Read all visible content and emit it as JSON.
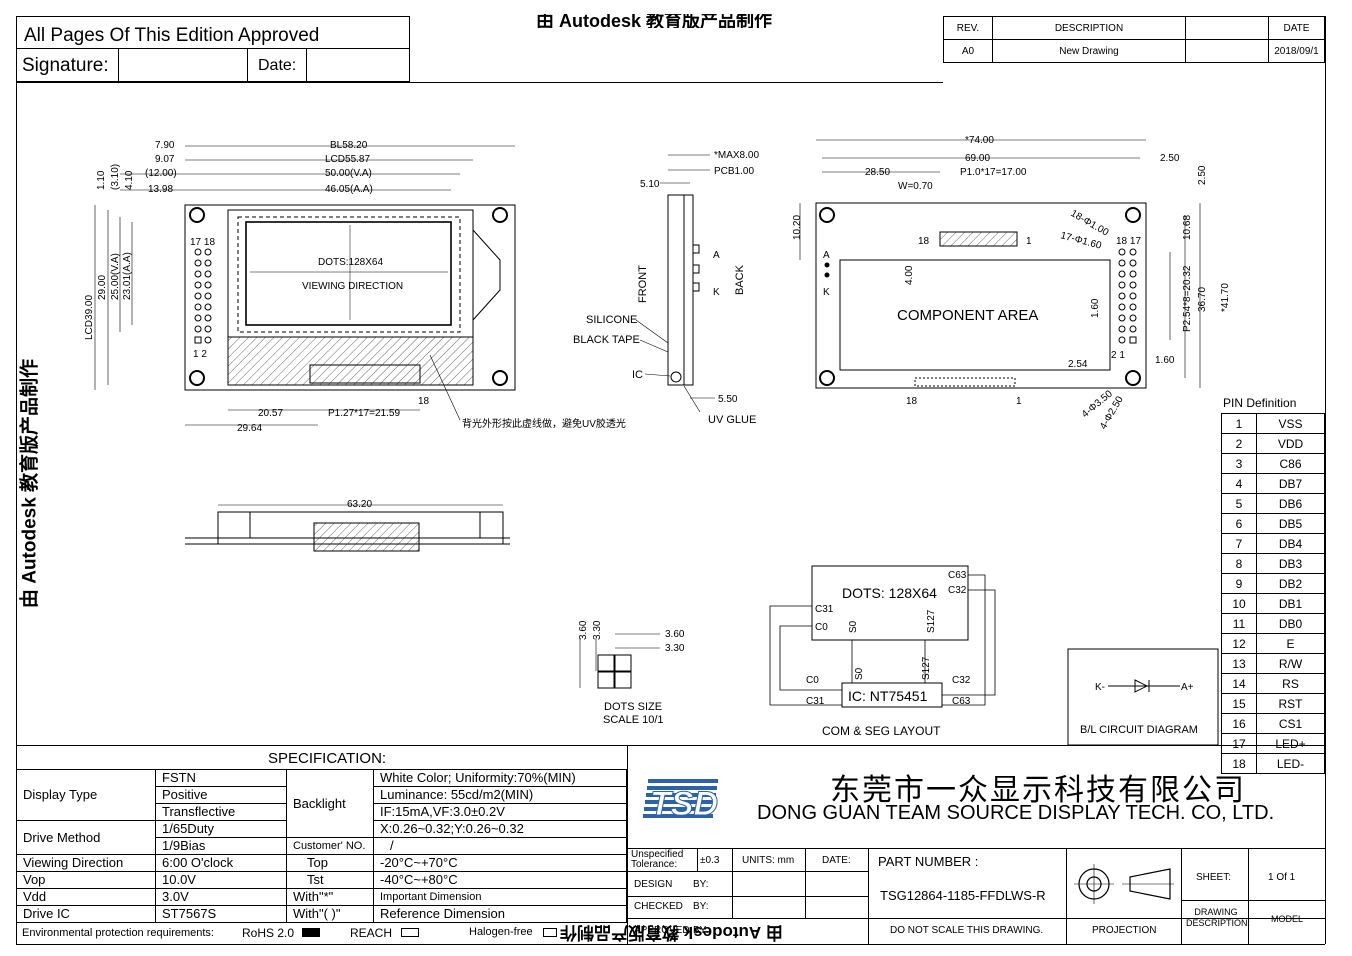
{
  "header": {
    "approved": "All Pages Of This Edition Approved",
    "signature": "Signature:",
    "date": "Date:",
    "watermark_top": "由 Autodesk 教育版产品制作",
    "watermark_left": "由 Autodesk 教育版产品制作",
    "watermark_bottom": "由 Autodesk 教育版产品制作"
  },
  "revision": {
    "headers": [
      "REV.",
      "DESCRIPTION",
      "",
      "DATE"
    ],
    "row": [
      "A0",
      "New Drawing",
      "",
      "2018/09/1"
    ]
  },
  "front_view": {
    "dims": [
      "7.90",
      "BL58.20",
      "9.07",
      "LCD55.87",
      "(12.00)",
      "50.00(V.A)",
      "13.98",
      "46.05(A.A)",
      "1.10",
      "(3.10)",
      "4.10",
      "LCD39.00",
      "29.00",
      "25.00(V.A)",
      "23.01(A.A)",
      "20.57",
      "P1.27*17=21.59",
      "29.64"
    ],
    "pin_labels": [
      "17 18",
      "1  2",
      "18"
    ],
    "dots": "DOTS:128X64",
    "viewing": "VIEWING DIRECTION",
    "note": "背光外形按此虚线做，避免UV胶透光"
  },
  "side_view": {
    "dims": [
      "*MAX8.00",
      "PCB1.00",
      "5.10",
      "5.50"
    ],
    "labels": [
      "FRONT",
      "BACK",
      "A",
      "K",
      "SILICONE",
      "BLACK TAPE",
      "IC",
      "UV GLUE"
    ]
  },
  "back_view": {
    "dims": [
      "*74.00",
      "69.00",
      "2.50",
      "28.50",
      "P1.0*17=17.00",
      "W=0.70",
      "2.50",
      "10.20",
      "18-Φ1.00",
      "17-Φ1.60",
      "10.68",
      "4.00",
      "P2.54*8=20.32",
      "36.70",
      "*41.70",
      "1.60",
      "2.54",
      "1.60",
      "4-Φ3.50",
      "4-Φ2.50"
    ],
    "labels": [
      "18",
      "1",
      "A",
      "K",
      "18 17",
      "2 1",
      "18",
      "1"
    ],
    "component": "COMPONENT AREA"
  },
  "bottom_view": {
    "dim": "63.20"
  },
  "dots_size": {
    "dims": [
      "3.60",
      "3.30",
      "3.60",
      "3.30"
    ],
    "label1": "DOTS SIZE",
    "label2": "SCALE 10/1"
  },
  "com_seg": {
    "dots": "DOTS: 128X64",
    "labels": [
      "C63",
      "C32",
      "C31",
      "C0",
      "S0",
      "S127",
      "C0",
      "S0",
      "S127",
      "C32",
      "C31",
      "C63"
    ],
    "ic": "IC:  NT75451",
    "title": "COM & SEG LAYOUT"
  },
  "bl_circuit": {
    "kminus": "K-",
    "aplus": "A+",
    "title": "B/L  CIRCUIT DIAGRAM"
  },
  "pin_definition": {
    "title": "PIN Definition",
    "pins": [
      [
        "1",
        "VSS"
      ],
      [
        "2",
        "VDD"
      ],
      [
        "3",
        "C86"
      ],
      [
        "4",
        "DB7"
      ],
      [
        "5",
        "DB6"
      ],
      [
        "6",
        "DB5"
      ],
      [
        "7",
        "DB4"
      ],
      [
        "8",
        "DB3"
      ],
      [
        "9",
        "DB2"
      ],
      [
        "10",
        "DB1"
      ],
      [
        "11",
        "DB0"
      ],
      [
        "12",
        "E"
      ],
      [
        "13",
        "R/W"
      ],
      [
        "14",
        "RS"
      ],
      [
        "15",
        "RST"
      ],
      [
        "16",
        "CS1"
      ],
      [
        "17",
        "LED+"
      ],
      [
        "18",
        "LED-"
      ]
    ]
  },
  "spec": {
    "title": "SPECIFICATION:",
    "display_type": "Display Type",
    "display_values": [
      "FSTN",
      "Positive",
      "Transflective"
    ],
    "backlight": "Backlight",
    "backlight_values": [
      "White Color; Uniformity:70%(MIN)",
      "Luminance: 55cd/m2(MIN)",
      "IF:15mA,VF:3.0±0.2V",
      "X:0.26~0.32;Y:0.26~0.32"
    ],
    "drive_method": "Drive Method",
    "drive_values": [
      "1/65Duty",
      "1/9Bias"
    ],
    "customer_no": "Customer' NO.",
    "customer_val": "/",
    "viewing": "Viewing Direction",
    "viewing_val": "6:00 O'clock",
    "top": "Top",
    "top_val": "-20°C~+70°C",
    "vop": "Vop",
    "vop_val": "10.0V",
    "tst": "Tst",
    "tst_val": "-40°C~+80°C",
    "vdd": "Vdd",
    "vdd_val": "3.0V",
    "with_star": "With\"*\"",
    "with_star_val": "Important Dimension",
    "drive_ic": "Drive IC",
    "drive_ic_val": "ST7567S",
    "with_paren": "With\"( )\"",
    "with_paren_val": "Reference Dimension",
    "env": "Environmental protection requirements:",
    "rohs": "RoHS 2.0",
    "reach": "REACH",
    "halogen": "Halogen-free"
  },
  "company": {
    "logo": "TSD",
    "cn": "东莞市一众显示科技有限公司",
    "en": "DONG GUAN TEAM SOURCE DISPLAY TECH. CO, LTD."
  },
  "title_block": {
    "unspec": "Unspecified Tolerance:",
    "tol": "±0.3",
    "units": "UNITS: mm",
    "date": "DATE:",
    "part_label": "PART NUMBER :",
    "part_number": "TSG12864-1185-FFDLWS-R",
    "design": "DESIGN",
    "checked": "CHECKED",
    "approved": "APPROVED",
    "by": "BY:",
    "no_scale": "DO NOT SCALE THIS DRAWING.",
    "projection": "PROJECTION",
    "sheet": "SHEET:",
    "sheet_val": "1  Of  1",
    "drawing_desc": "DRAWING DESCRIPTION:",
    "model": "MODEL"
  },
  "colors": {
    "logo_blue": "#2d62a8",
    "line": "#000000"
  }
}
